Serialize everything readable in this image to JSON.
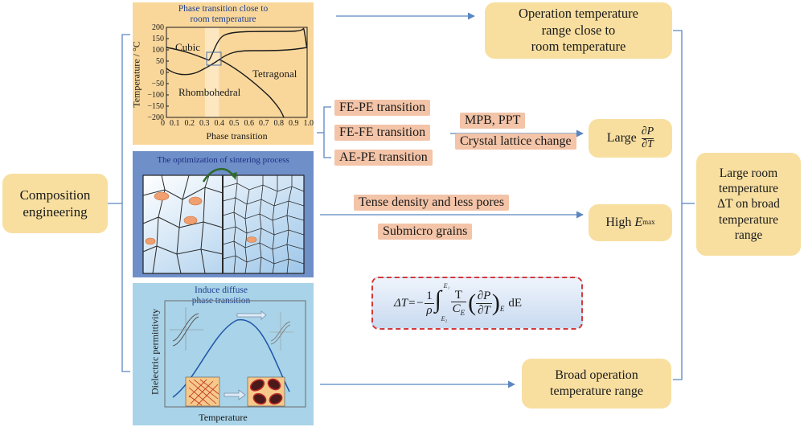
{
  "composition": {
    "line1": "Composition",
    "line2": "engineering"
  },
  "panel1": {
    "title_line1": "Phase transition close to",
    "title_line2": "room temperature",
    "ylabel": "Temperature / °C",
    "xlabel": "Phase transition",
    "yticks": [
      "200",
      "150",
      "100",
      "50",
      "0",
      "−50",
      "−100",
      "−150",
      "−200"
    ],
    "xticks": [
      "0",
      "0.1",
      "0.2",
      "0.3",
      "0.4",
      "0.5",
      "0.6",
      "0.7",
      "0.8",
      "0.9",
      "1.0"
    ],
    "region_cubic": "Cubic",
    "region_tetragonal": "Tetragonal",
    "region_rhombohedral": "Rhombohedral"
  },
  "panel2": {
    "title": "The optimization of sintering process"
  },
  "panel3": {
    "title_line1": "Induce diffuse",
    "title_line2": "phase transition",
    "ylabel": "Dielectric permittivity",
    "xlabel": "Temperature"
  },
  "transitions": [
    "FE-PE transition",
    "FE-FE transition",
    "AE-PE transition"
  ],
  "mechanisms": {
    "mpb": "MPB, PPT",
    "lattice": "Crystal lattice change",
    "density": "Tense density and less pores",
    "grains": "Submicro grains"
  },
  "outcomes": {
    "op_temp": {
      "line1": "Operation temperature",
      "line2": "range close to",
      "line3": "room temperature"
    },
    "large_dpdt": {
      "prefix": "Large",
      "num": "∂P",
      "den": "∂T"
    },
    "high_emax": {
      "prefix": "High",
      "var": "E",
      "sub": "max"
    },
    "broad": {
      "line1": "Broad operation",
      "line2": "temperature range"
    }
  },
  "result": {
    "line1": "Large room",
    "line2": "temperature",
    "line3": "ΔT on broad",
    "line4": "temperature",
    "line5": "range"
  },
  "formula": {
    "lhs": "ΔT=−",
    "one": "1",
    "rho": "ρ",
    "ce": "C",
    "ce_sub": "E",
    "T": "T",
    "dP": "∂P",
    "dT": "∂T",
    "paren_sub": "E",
    "dE": "dE",
    "int_top": "E₁",
    "int_bot": "E₂",
    "integral": "∫"
  },
  "colors": {
    "panel_orange": "#f9d79b",
    "panel_blue_dark": "#6f8fc9",
    "panel_blue_light": "#a9d3e8",
    "box_fill": "#f8dfa0",
    "pill_fill": "#f3c4a8",
    "arrow": "#5b87c1",
    "formula_border": "#d33a3a"
  }
}
